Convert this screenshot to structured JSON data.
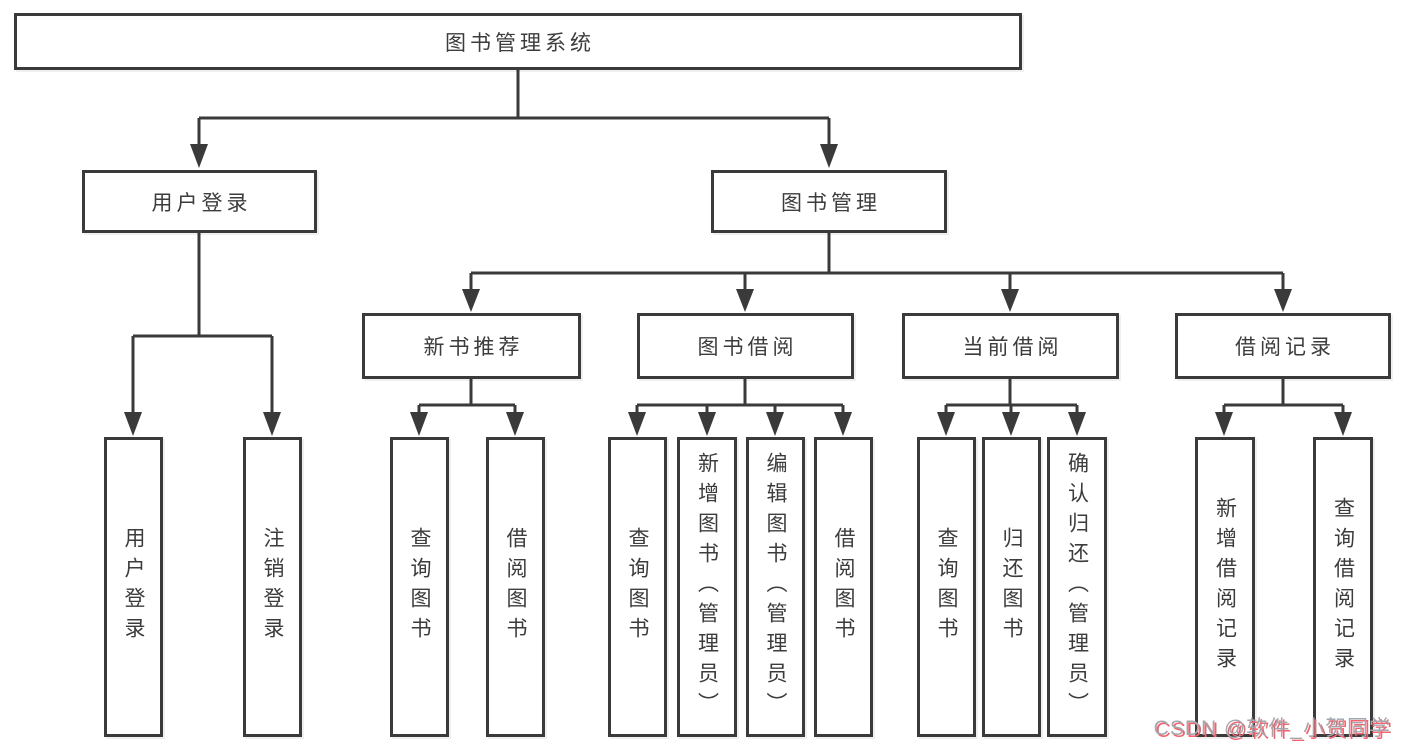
{
  "diagram": {
    "root": {
      "label": "图书管理系统"
    },
    "branches": [
      {
        "label": "用户登录",
        "children": [
          {
            "label": "用户登录"
          },
          {
            "label": "注销登录"
          }
        ]
      },
      {
        "label": "图书管理",
        "children": [
          {
            "label": "新书推荐",
            "children": [
              {
                "label": "查询图书"
              },
              {
                "label": "借阅图书"
              }
            ]
          },
          {
            "label": "图书借阅",
            "children": [
              {
                "label": "查询图书"
              },
              {
                "label": "新增图书（管理员）"
              },
              {
                "label": "编辑图书（管理员）"
              },
              {
                "label": "借阅图书"
              }
            ]
          },
          {
            "label": "当前借阅",
            "children": [
              {
                "label": "查询图书"
              },
              {
                "label": "归还图书"
              },
              {
                "label": "确认归还（管理员）"
              }
            ]
          },
          {
            "label": "借阅记录",
            "children": [
              {
                "label": "新增借阅记录"
              },
              {
                "label": "查询借阅记录"
              }
            ]
          }
        ]
      }
    ],
    "watermark": "CSDN @软件_小贺同学",
    "colors": {
      "line": "#3a3a3a",
      "text": "#3c3c3c",
      "box-bg": "#ffffff",
      "watermark-gray": "#a2a8ae",
      "watermark-red": "#f3626d"
    }
  }
}
